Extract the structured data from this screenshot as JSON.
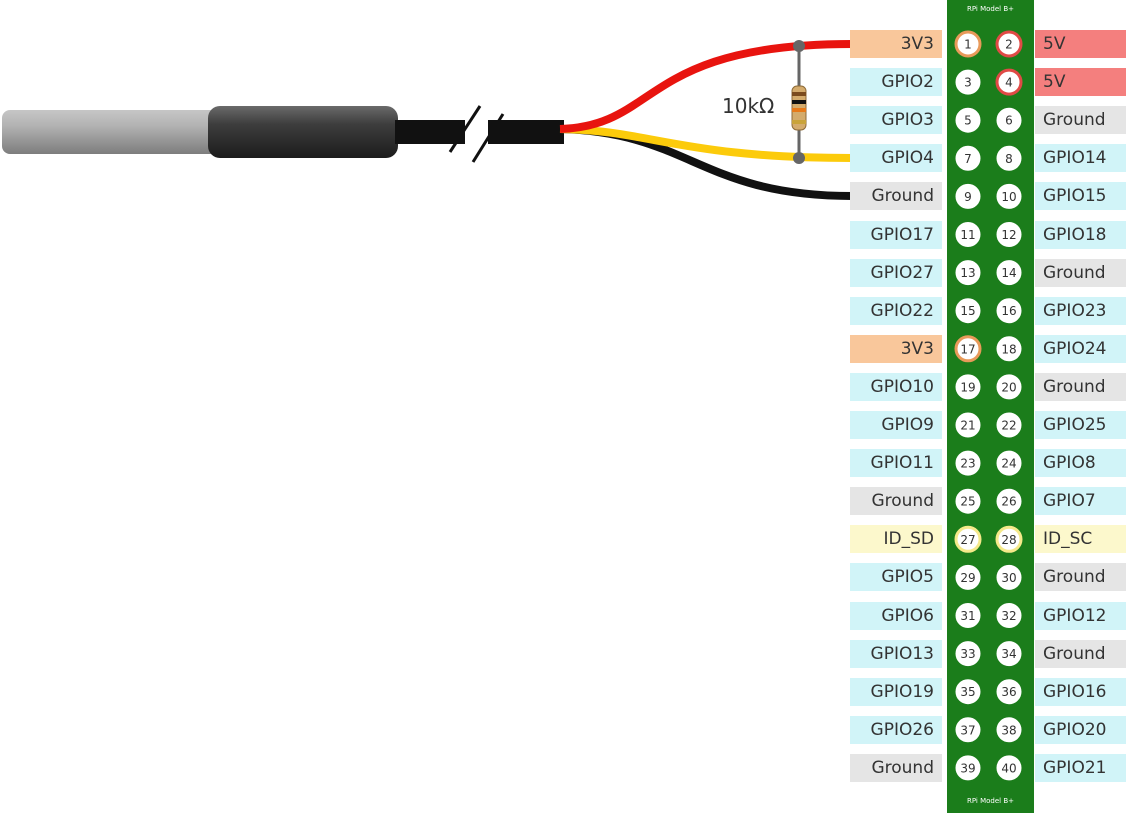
{
  "header": {
    "top_caption": "RPi Model B+",
    "bottom_caption": "RPi Model B+"
  },
  "resistor": {
    "label": "10kΩ"
  },
  "sensor": {
    "wires": [
      {
        "name": "red",
        "color": "#e8140f",
        "to_pin": 1
      },
      {
        "name": "yellow",
        "color": "#fccb0b",
        "to_pin": 7
      },
      {
        "name": "black",
        "color": "#111111",
        "to_pin": 9
      }
    ]
  },
  "colors": {
    "board": "#1b7d1b",
    "3v3": "#f9c79b",
    "5v": "#f47f7e",
    "gpio": "#d1f4f8",
    "ground": "#e5e5e5",
    "id": "#fcf8cc"
  },
  "pins": [
    {
      "left": {
        "number": "1",
        "label": "3V3",
        "type": "3v3"
      },
      "right": {
        "number": "2",
        "label": "5V",
        "type": "5v"
      }
    },
    {
      "left": {
        "number": "3",
        "label": "GPIO2",
        "type": "gpio"
      },
      "right": {
        "number": "4",
        "label": "5V",
        "type": "5v"
      }
    },
    {
      "left": {
        "number": "5",
        "label": "GPIO3",
        "type": "gpio"
      },
      "right": {
        "number": "6",
        "label": "Ground",
        "type": "ground"
      }
    },
    {
      "left": {
        "number": "7",
        "label": "GPIO4",
        "type": "gpio"
      },
      "right": {
        "number": "8",
        "label": "GPIO14",
        "type": "gpio"
      }
    },
    {
      "left": {
        "number": "9",
        "label": "Ground",
        "type": "ground"
      },
      "right": {
        "number": "10",
        "label": "GPIO15",
        "type": "gpio"
      }
    },
    {
      "left": {
        "number": "11",
        "label": "GPIO17",
        "type": "gpio"
      },
      "right": {
        "number": "12",
        "label": "GPIO18",
        "type": "gpio"
      }
    },
    {
      "left": {
        "number": "13",
        "label": "GPIO27",
        "type": "gpio"
      },
      "right": {
        "number": "14",
        "label": "Ground",
        "type": "ground"
      }
    },
    {
      "left": {
        "number": "15",
        "label": "GPIO22",
        "type": "gpio"
      },
      "right": {
        "number": "16",
        "label": "GPIO23",
        "type": "gpio"
      }
    },
    {
      "left": {
        "number": "17",
        "label": "3V3",
        "type": "3v3"
      },
      "right": {
        "number": "18",
        "label": "GPIO24",
        "type": "gpio"
      }
    },
    {
      "left": {
        "number": "19",
        "label": "GPIO10",
        "type": "gpio"
      },
      "right": {
        "number": "20",
        "label": "Ground",
        "type": "ground"
      }
    },
    {
      "left": {
        "number": "21",
        "label": "GPIO9",
        "type": "gpio"
      },
      "right": {
        "number": "22",
        "label": "GPIO25",
        "type": "gpio"
      }
    },
    {
      "left": {
        "number": "23",
        "label": "GPIO11",
        "type": "gpio"
      },
      "right": {
        "number": "24",
        "label": "GPIO8",
        "type": "gpio"
      }
    },
    {
      "left": {
        "number": "25",
        "label": "Ground",
        "type": "ground"
      },
      "right": {
        "number": "26",
        "label": "GPIO7",
        "type": "gpio"
      }
    },
    {
      "left": {
        "number": "27",
        "label": "ID_SD",
        "type": "id"
      },
      "right": {
        "number": "28",
        "label": "ID_SC",
        "type": "id"
      }
    },
    {
      "left": {
        "number": "29",
        "label": "GPIO5",
        "type": "gpio"
      },
      "right": {
        "number": "30",
        "label": "Ground",
        "type": "ground"
      }
    },
    {
      "left": {
        "number": "31",
        "label": "GPIO6",
        "type": "gpio"
      },
      "right": {
        "number": "32",
        "label": "GPIO12",
        "type": "gpio"
      }
    },
    {
      "left": {
        "number": "33",
        "label": "GPIO13",
        "type": "gpio"
      },
      "right": {
        "number": "34",
        "label": "Ground",
        "type": "ground"
      }
    },
    {
      "left": {
        "number": "35",
        "label": "GPIO19",
        "type": "gpio"
      },
      "right": {
        "number": "36",
        "label": "GPIO16",
        "type": "gpio"
      }
    },
    {
      "left": {
        "number": "37",
        "label": "GPIO26",
        "type": "gpio"
      },
      "right": {
        "number": "38",
        "label": "GPIO20",
        "type": "gpio"
      }
    },
    {
      "left": {
        "number": "39",
        "label": "Ground",
        "type": "ground"
      },
      "right": {
        "number": "40",
        "label": "GPIO21",
        "type": "gpio"
      }
    }
  ]
}
